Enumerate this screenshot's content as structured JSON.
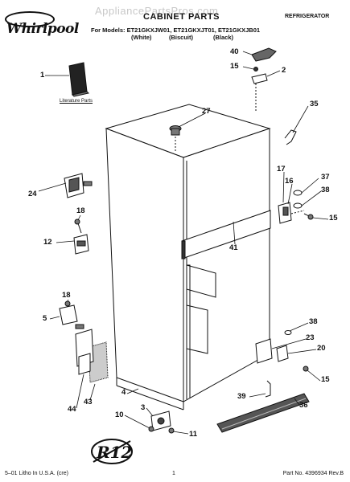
{
  "brand": "Whirlpool",
  "watermark": "AppliancePartsPros.com",
  "page_title": "CABINET PARTS",
  "product_type": "REFRIGERATOR",
  "models_line": "For Models: ET21GKXJW01, ET21GKXJT01, ET21GKXJB01",
  "variants": [
    "(White)",
    "(Biscuit)",
    "(Black)"
  ],
  "literature_label": "Literature Parts",
  "callouts": {
    "c1": "1",
    "c40": "40",
    "c15a": "15",
    "c2": "2",
    "c27": "27",
    "c35": "35",
    "c24": "24",
    "c17": "17",
    "c37": "37",
    "c16": "16",
    "c38a": "38",
    "c15b": "15",
    "c18a": "18",
    "c12": "12",
    "c41": "41",
    "c18b": "18",
    "c5": "5",
    "c38b": "38",
    "c23": "23",
    "c20": "20",
    "c15c": "15",
    "c44": "44",
    "c43": "43",
    "c4": "4",
    "c39": "39",
    "c36": "36",
    "c3": "3",
    "c10": "10",
    "c11": "11"
  },
  "badge": "R12",
  "footer": {
    "left": "5–01 Litho In U.S.A. (cre)",
    "center": "1",
    "right": "Part No. 4396934 Rev.B"
  }
}
